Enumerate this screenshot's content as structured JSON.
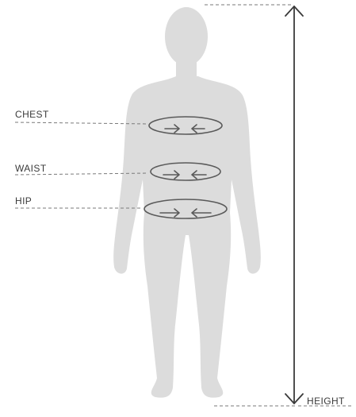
{
  "labels": {
    "chest": "CHEST",
    "waist": "WAIST",
    "hip": "HIP",
    "height": "HEIGHT"
  },
  "colors": {
    "figure": "#dcdcdc",
    "lines": "#5a5a5a",
    "text": "#3a3a3a"
  }
}
